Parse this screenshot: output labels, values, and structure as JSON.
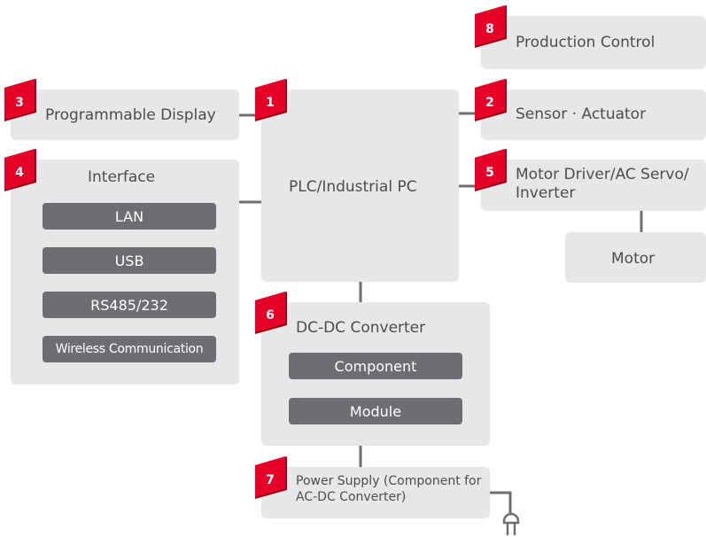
{
  "nodes": {
    "production_control": {
      "number": "8",
      "label": "Production Control"
    },
    "programmable_display": {
      "number": "3",
      "label": "Programmable Display"
    },
    "plc": {
      "number": "1",
      "label": "PLC/Industrial PC"
    },
    "sensor_actuator": {
      "number": "2",
      "label": "Sensor · Actuator"
    },
    "interface": {
      "number": "4",
      "label": "Interface",
      "items": [
        "LAN",
        "USB",
        "RS485/232",
        "Wireless Communication"
      ]
    },
    "motor_driver": {
      "number": "5",
      "label": "Motor Driver/AC Servo/ Inverter"
    },
    "motor": {
      "label": "Motor"
    },
    "dcdc": {
      "number": "6",
      "label": "DC-DC Converter",
      "items": [
        "Component",
        "Module"
      ]
    },
    "power_supply": {
      "number": "7",
      "label": "Power Supply (Component for AC-DC Converter)"
    }
  },
  "colors": {
    "box": "#e6e7e8",
    "pill": "#6d6e71",
    "badge": "#e60028",
    "badge_shadow": "#9b0019",
    "connector": "#6d6e71",
    "text": "#4d4d4d"
  },
  "icons": {
    "power_plug": "plug-icon"
  }
}
